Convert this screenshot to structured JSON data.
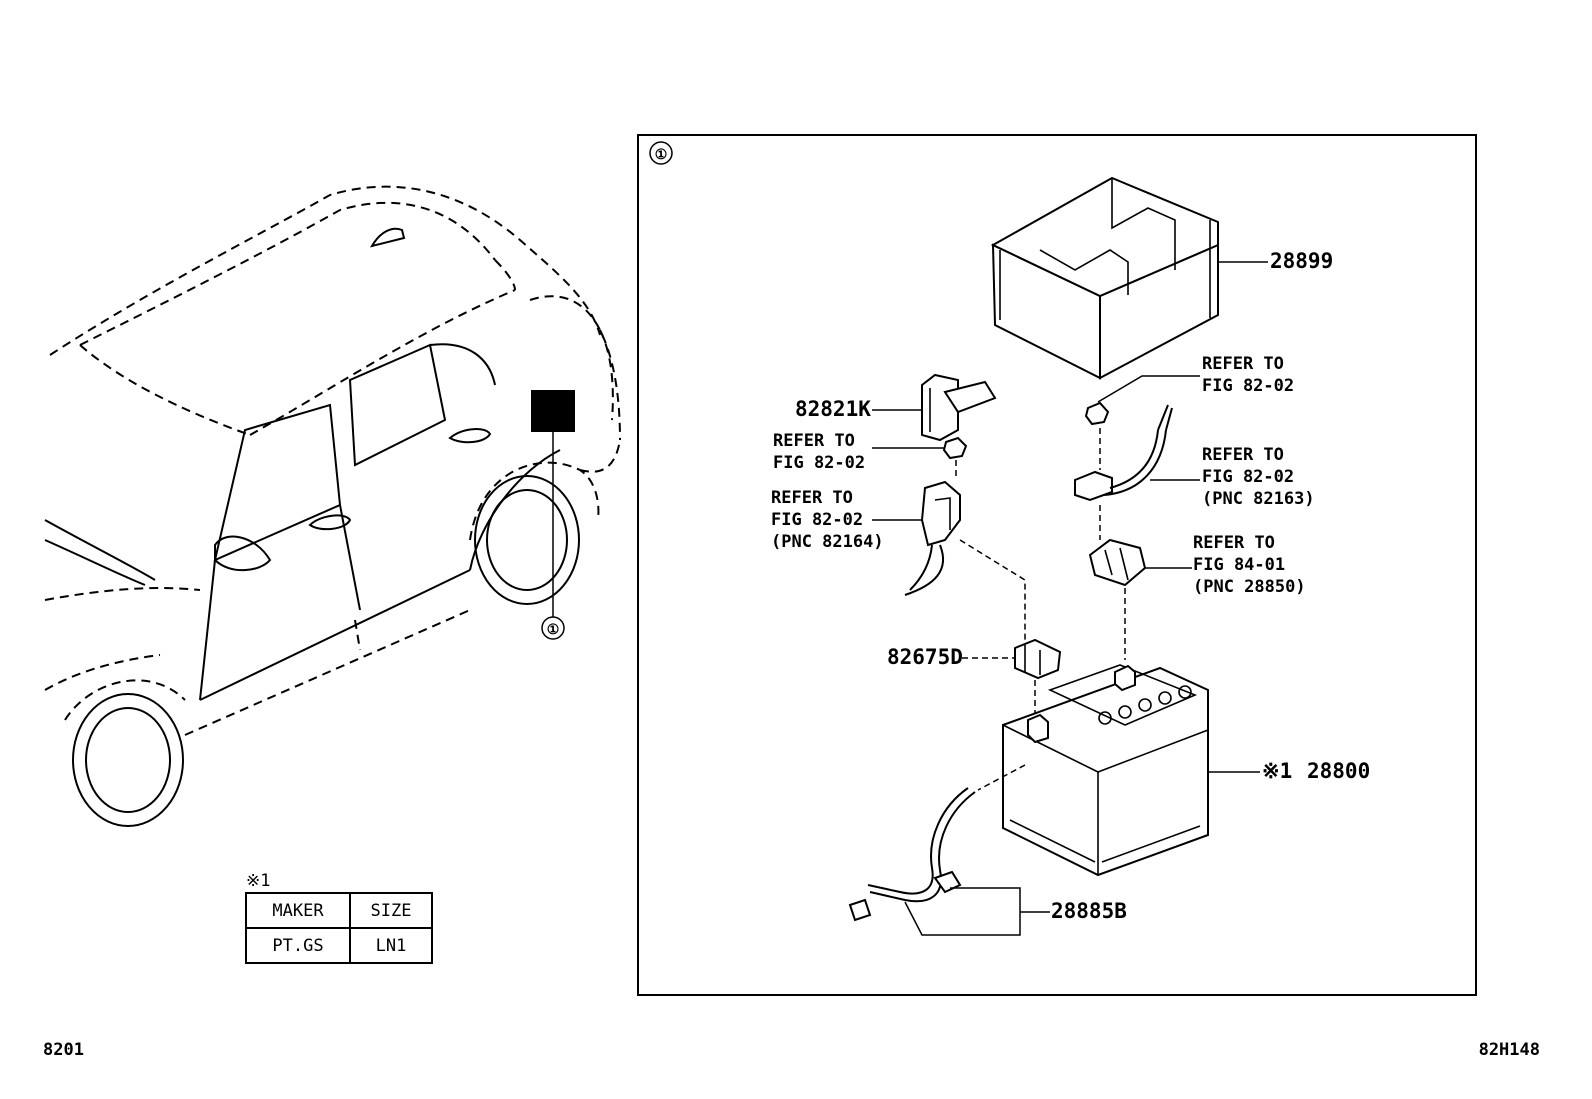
{
  "callout_mark": "①",
  "parts": {
    "p28899": "28899",
    "p82821K": "82821K",
    "p82675D": "82675D",
    "p28800": "28800",
    "p28800_note": "※1",
    "p28885B": "28885B"
  },
  "refs": {
    "r1_line1": "REFER TO",
    "r1_line2": "FIG 82-02",
    "r2_line1": "REFER TO",
    "r2_line2": "FIG 82-02",
    "r3_line1": "REFER TO",
    "r3_line2": "FIG 82-02",
    "r3_line3": "(PNC 82164)",
    "r4_line1": "REFER TO",
    "r4_line2": "FIG 82-02",
    "r4_line3": "(PNC 82163)",
    "r5_line1": "REFER TO",
    "r5_line2": "FIG 84-01",
    "r5_line3": "(PNC 28850)"
  },
  "spec_table": {
    "note": "※1",
    "headers": [
      "MAKER",
      "SIZE"
    ],
    "row": [
      "PT.GS",
      "LN1"
    ]
  },
  "footer": {
    "left_code": "8201",
    "right_code": "82H148"
  }
}
